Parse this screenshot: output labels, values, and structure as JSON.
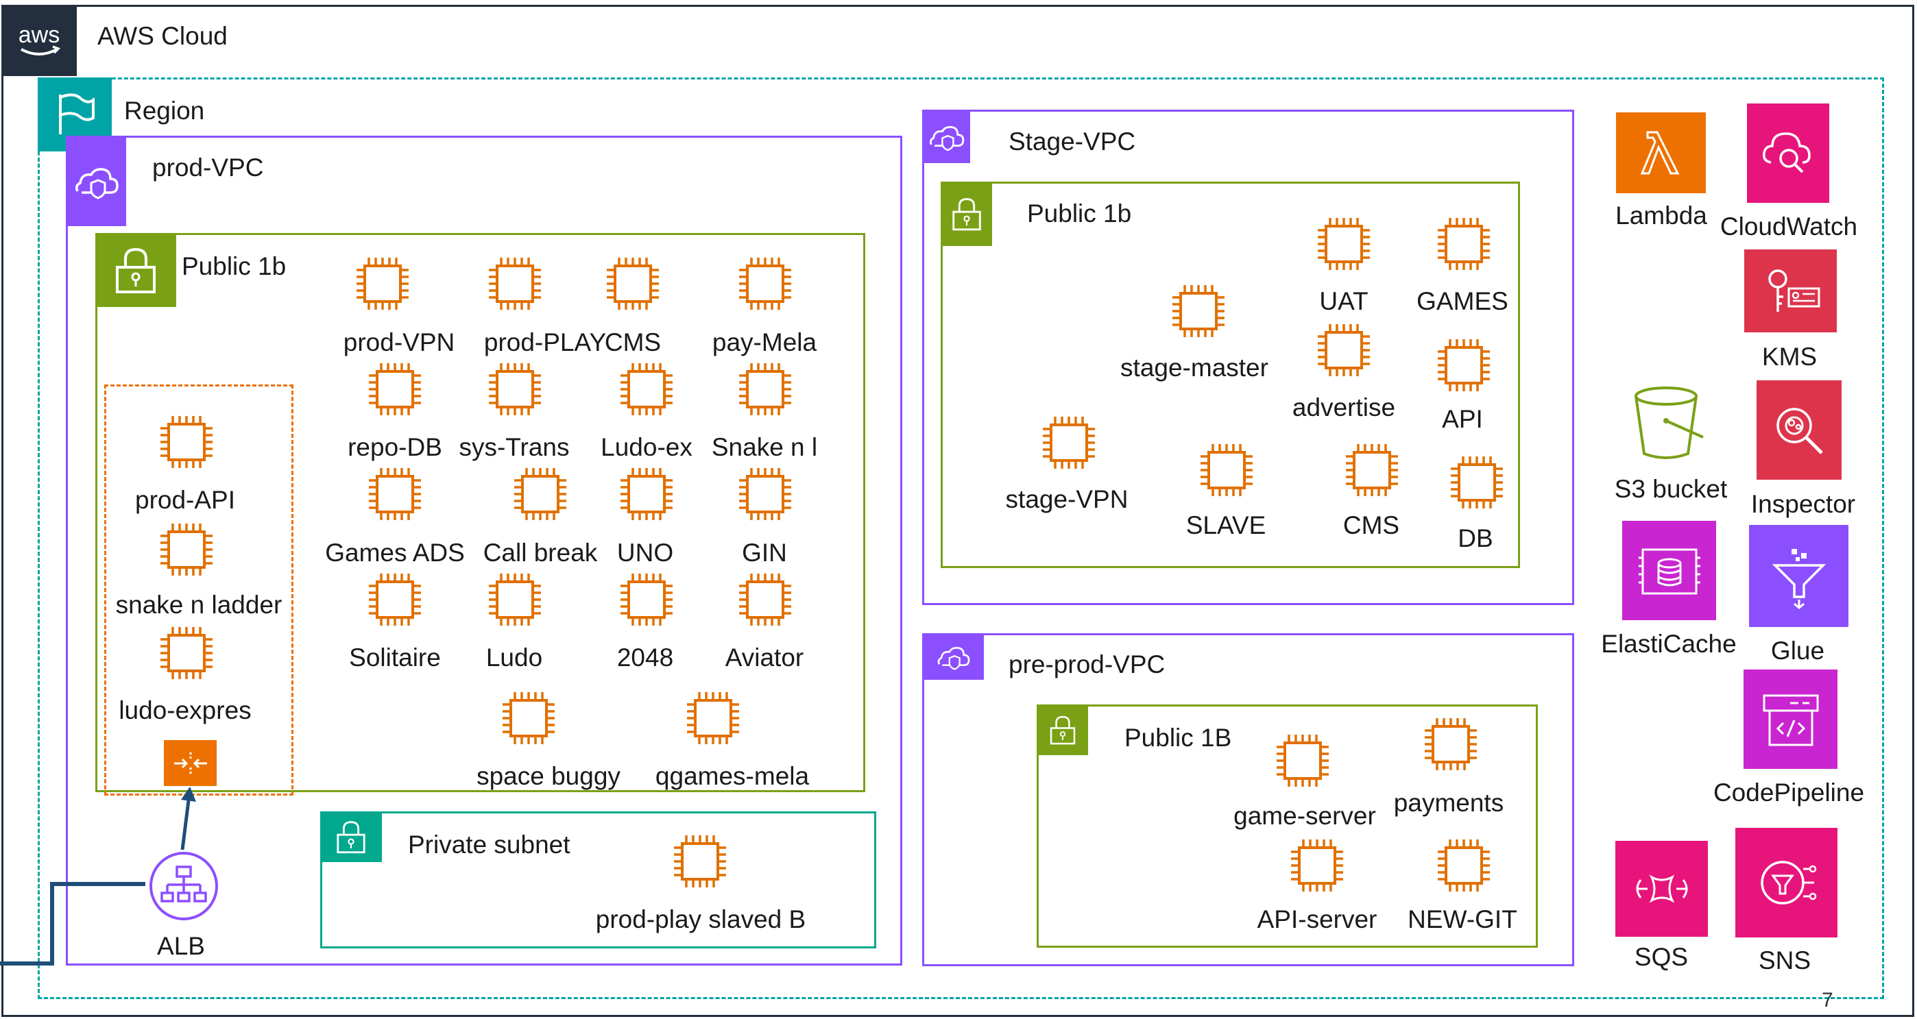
{
  "cloud": {
    "title": "AWS Cloud",
    "logo_text": "aws"
  },
  "region": {
    "title": "Region"
  },
  "prod_vpc": {
    "title": "prod-VPC",
    "public_subnet": {
      "title": "Public 1b"
    },
    "asg_instances": [
      "prod-API",
      "snake n ladder",
      "ludo-expres"
    ],
    "instances": [
      "prod-VPN",
      "prod-PLAY",
      "CMS",
      "pay-Mela",
      "repo-DB",
      "sys-Trans",
      "Ludo-ex",
      "Snake n l",
      "Games ADS",
      "Call break",
      "UNO",
      "GIN",
      "Solitaire",
      "Ludo",
      "2048",
      "Aviator",
      "space buggy",
      "qgames-mela"
    ],
    "private_subnet": {
      "title": "Private subnet",
      "instances": [
        "prod-play slaved B"
      ]
    },
    "alb": {
      "label": "ALB"
    }
  },
  "stage_vpc": {
    "title": "Stage-VPC",
    "public_subnet": {
      "title": "Public 1b"
    },
    "instances": [
      "UAT",
      "GAMES",
      "stage-master",
      "advertise",
      "API",
      "stage-VPN",
      "SLAVE",
      "CMS",
      "DB"
    ]
  },
  "preprod_vpc": {
    "title": "pre-prod-VPC",
    "public_subnet": {
      "title": "Public 1B"
    },
    "instances": [
      "game-server",
      "payments",
      "API-server",
      "NEW-GIT"
    ]
  },
  "services": [
    "Lambda",
    "CloudWatch",
    "KMS",
    "S3 bucket",
    "Inspector",
    "ElastiCache",
    "Glue",
    "CodePipeline",
    "SQS",
    "SNS"
  ],
  "page_number": "7",
  "colors": {
    "vpc": "#8c4fff",
    "public_subnet": "#7aa116",
    "private_subnet": "#01a88d",
    "region": "#00a4a6",
    "ec2": "#e07000",
    "lambda": "#ed7100",
    "pink": "#e7157b",
    "red": "#dd344c",
    "purple": "#c925d1",
    "glue": "#8c4fff",
    "s3": "#7aa116",
    "alb_line": "#1f4e79"
  }
}
